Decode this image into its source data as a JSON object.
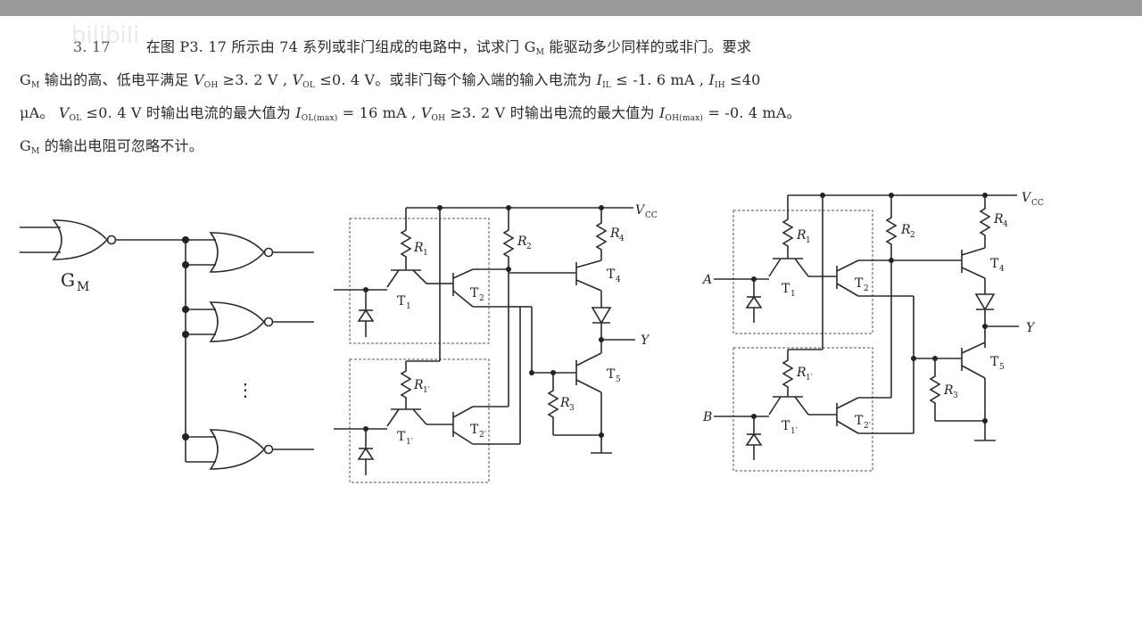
{
  "problem": {
    "number": "3. 17",
    "line1": "在图 P3. 17 所示由 74 系列或非门组成的电路中，试求门 G",
    "line1_sub": "M",
    "line1_tail": " 能驱动多少同样的或非门。要求",
    "line2_a": "G",
    "line2_a_sub": "M",
    "line2_b": " 输出的高、低电平满足 ",
    "line2_voh": "V",
    "line2_voh_sub": "OH",
    "line2_c": " ≥3. 2  V , ",
    "line2_vol": "V",
    "line2_vol_sub": "OL",
    "line2_d": " ≤0. 4  V。或非门每个输入端的输入电流为 ",
    "line2_iil": "I",
    "line2_iil_sub": "IL",
    "line2_e": " ≤ -1. 6  mA , ",
    "line2_iih": "I",
    "line2_iih_sub": "IH",
    "line2_f": " ≤40",
    "line3_a": "μA。 ",
    "line3_vol": "V",
    "line3_vol_sub": "OL",
    "line3_b": " ≤0. 4  V 时输出电流的最大值为 ",
    "line3_iol": "I",
    "line3_iol_sub": "OL(max)",
    "line3_c": " = 16  mA , ",
    "line3_voh": "V",
    "line3_voh_sub": "OH",
    "line3_d": " ≥3. 2  V 时输出电流的最大值为 ",
    "line3_ioh": "I",
    "line3_ioh_sub": "OH(max)",
    "line3_e": " = -0. 4  mA。",
    "line4_a": "G",
    "line4_a_sub": "M",
    "line4_b": " 的输出电阻可忽略不计。"
  },
  "figure": {
    "gate_label": "G",
    "gate_label_sub": "M",
    "ellipsis": "⋮",
    "vcc": "V",
    "vcc_sub": "CC",
    "r1": "R",
    "r1_sub": "1",
    "r1p": "R",
    "r1p_sub": "1′",
    "r2": "R",
    "r2_sub": "2",
    "r3": "R",
    "r3_sub": "3",
    "r4": "R",
    "r4_sub": "4",
    "t1": "T",
    "t1_sub": "1",
    "t1p": "T",
    "t1p_sub": "1′",
    "t2": "T",
    "t2_sub": "2",
    "t2p": "T",
    "t2p_sub": "2′",
    "t4": "T",
    "t4_sub": "4",
    "t5": "T",
    "t5_sub": "5",
    "out_y": "Y",
    "in_a": "A",
    "in_b": "B"
  },
  "colors": {
    "topbar": "#9a9a9a",
    "ink": "#222222"
  }
}
